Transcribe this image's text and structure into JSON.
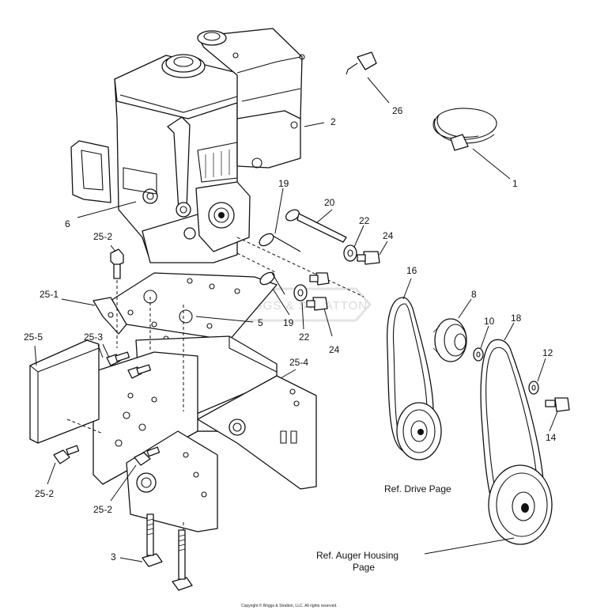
{
  "callouts": {
    "c1": "1",
    "c2": "2",
    "c6": "6",
    "c26": "26",
    "c19a": "19",
    "c20": "20",
    "c22a": "22",
    "c24a": "24",
    "c25_2a": "25-2",
    "c25_1": "25-1",
    "c5": "5",
    "c19b": "19",
    "c22b": "22",
    "c24b": "24",
    "c25_5": "25-5",
    "c25_3": "25-3",
    "c25_4": "25-4",
    "c16": "16",
    "c8": "8",
    "c10": "10",
    "c18": "18",
    "c12": "12",
    "c14": "14",
    "c25_2b": "25-2",
    "c25_2c": "25-2",
    "c3": "3"
  },
  "references": {
    "drive": "Ref. Drive Page",
    "auger_line1": "Ref. Auger Housing",
    "auger_line2": "Page"
  },
  "watermark": "BRIGGS & STRATTON",
  "copyright": "Copyright © Briggs & Stratton, LLC. All rights reserved."
}
